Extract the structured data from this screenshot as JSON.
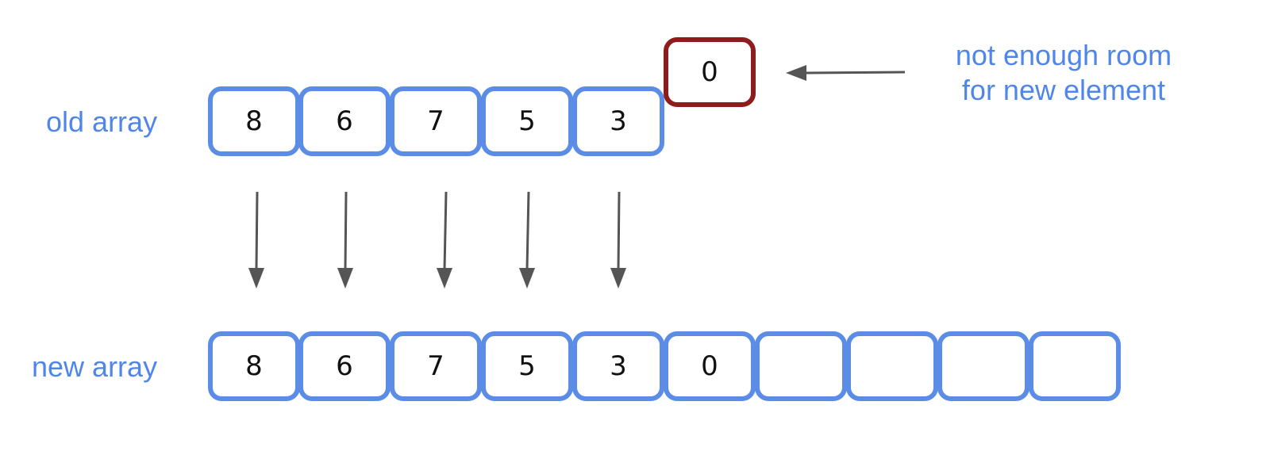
{
  "labels": {
    "old_array": "old array",
    "new_array": "new array"
  },
  "old_array": [
    "8",
    "6",
    "7",
    "5",
    "3"
  ],
  "new_element": "0",
  "new_array": [
    "8",
    "6",
    "7",
    "5",
    "3",
    "0",
    "",
    "",
    "",
    ""
  ],
  "note": {
    "line1": "not enough room",
    "line2": "for new element"
  },
  "colors": {
    "array_border": "#5b8de6",
    "label_text": "#4f86e8",
    "new_element_border": "#8e1c1c",
    "arrow": "#555555"
  }
}
